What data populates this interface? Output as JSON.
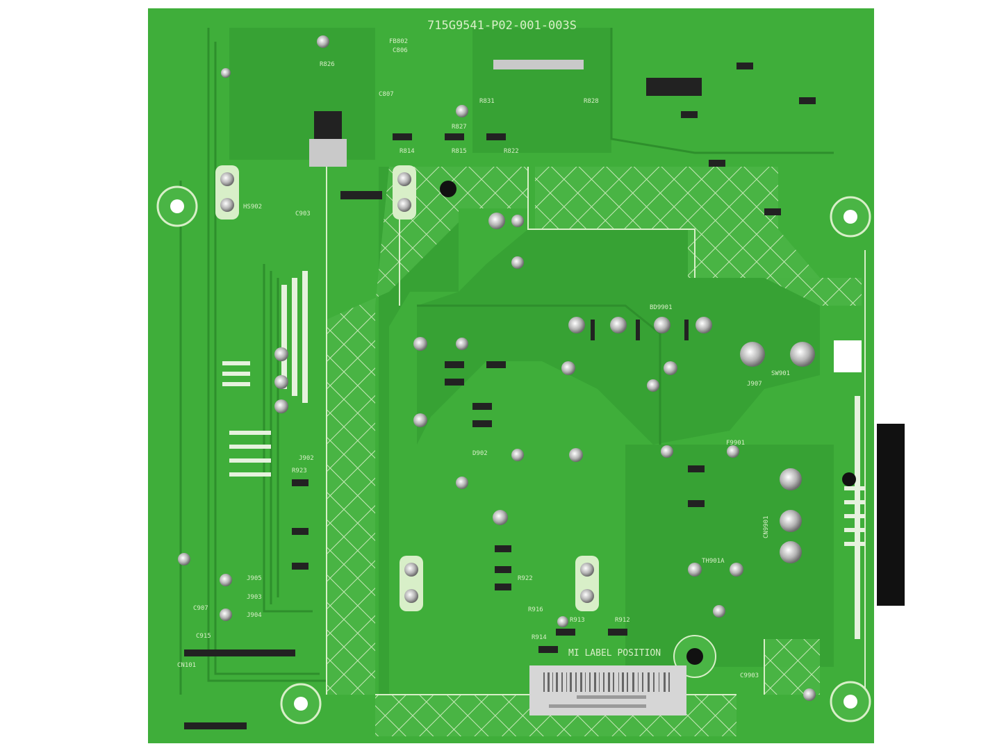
{
  "board": {
    "part_number": "715G9541-P02-001-003S",
    "label_area_text": "MI LABEL POSITION",
    "designators": [
      "BD9901",
      "CN9901",
      "SW901",
      "J907",
      "F9901",
      "TH901A",
      "C9903",
      "R912",
      "R913",
      "R914",
      "R916",
      "R922",
      "J905",
      "J903",
      "J904",
      "C907",
      "C915",
      "CN101",
      "HS902",
      "C903",
      "FB802",
      "R826",
      "R814",
      "R815",
      "R822",
      "R827",
      "R831",
      "R828",
      "C806",
      "C807",
      "D902",
      "J902",
      "R923"
    ],
    "colors": {
      "board": "#3fae3a",
      "trace": "#2e9a2d",
      "silkscreen": "#d8efc8",
      "solder": "#c9c9c9",
      "connector": "#111111"
    }
  }
}
